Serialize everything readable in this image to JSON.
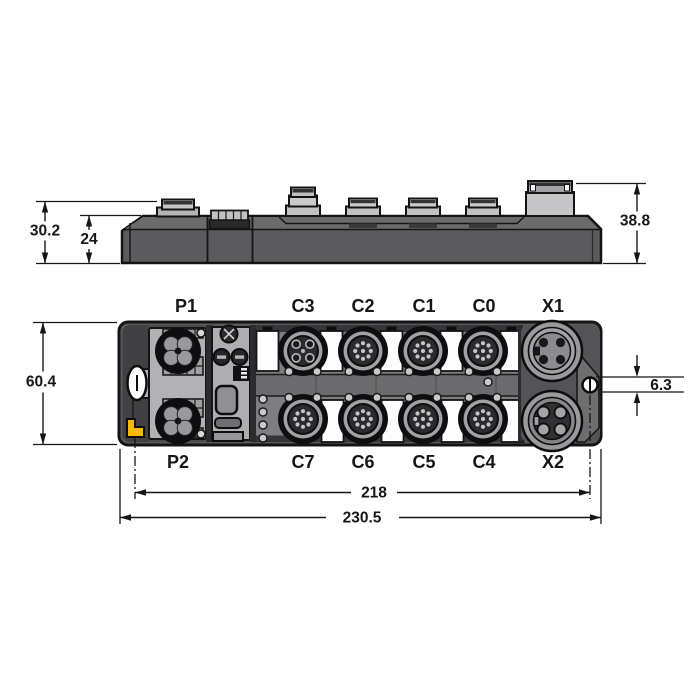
{
  "drawing": {
    "type": "dimensional-drawing",
    "subject": "multiprotocol block I/O module with M12 connectors",
    "views": [
      "side-profile",
      "front"
    ],
    "units_shown": "mm",
    "accent_color": "#f7b900",
    "body_color": "#59595b",
    "background": "#ffffff"
  },
  "dims": {
    "side_total_height": "30.2",
    "side_body_height": "24",
    "side_connector_height": "38.8",
    "front_height": "60.4",
    "hole_offset": "6.3",
    "hole_spacing": "218",
    "total_width": "230.5"
  },
  "ports": {
    "top": [
      "P1",
      "C3",
      "C2",
      "C1",
      "C0",
      "X1"
    ],
    "bottom": [
      "P2",
      "C7",
      "C6",
      "C5",
      "C4",
      "X2"
    ]
  }
}
